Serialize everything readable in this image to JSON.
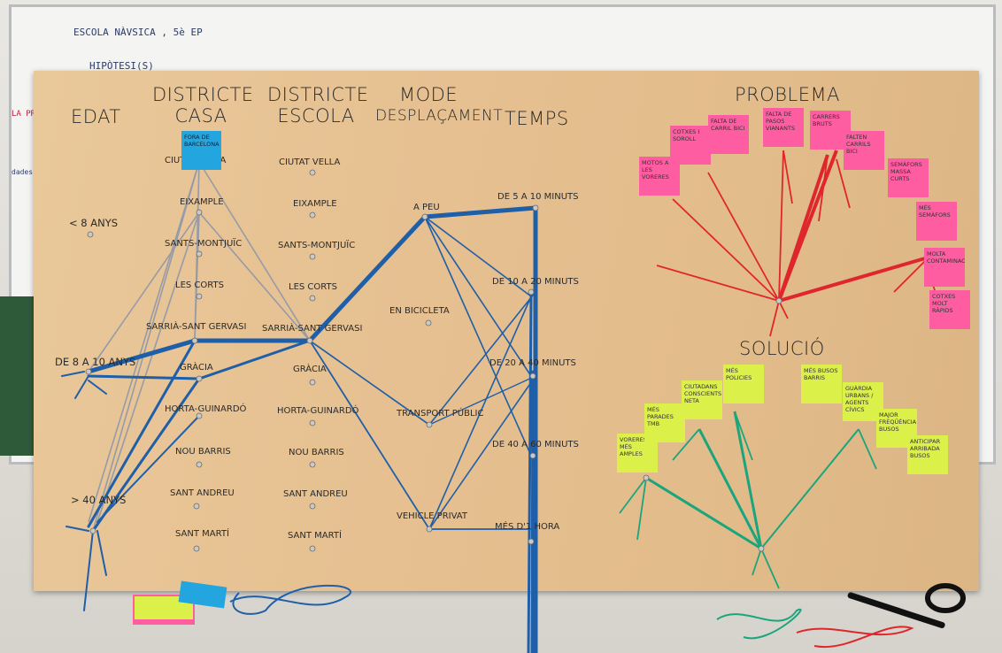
{
  "whiteboard": {
    "line1": "ESCOLA NÀVSICA , 5è EP",
    "line2": "HIPÒTESI(S)",
    "side_red": "LA PREGUNTA",
    "side_note": "dades obtin..."
  },
  "headers": {
    "edat": "EDAT",
    "districte_casa": [
      "DISTRICTE",
      "CASA"
    ],
    "districte_escola": [
      "DISTRICTE",
      "ESCOLA"
    ],
    "mode": [
      "MODE",
      "DESPLAÇAMENT"
    ],
    "temps": "TEMPS",
    "problema": "PROBLEMA",
    "solucio": "SOLUCIÓ"
  },
  "edat_items": [
    "< 8 ANYS",
    "DE 8 A 10 ANYS",
    "> 40 ANYS"
  ],
  "districtes_casa": [
    "CIUTAT VELLA",
    "EIXAMPLE",
    "SANTS-MONTJUÏC",
    "LES CORTS",
    "SARRIÀ-SANT GERVASI",
    "GRÀCIA",
    "HORTA-GUINARDÓ",
    "NOU BARRIS",
    "SANT ANDREU",
    "SANT MARTÍ"
  ],
  "districtes_escola": [
    "CIUTAT VELLA",
    "EIXAMPLE",
    "SANTS-MONTJUÏC",
    "LES CORTS",
    "SARRIÀ-SANT GERVASI",
    "GRÀCIA",
    "HORTA-GUINARDÓ",
    "NOU BARRIS",
    "SANT ANDREU",
    "SANT MARTÍ"
  ],
  "modes": [
    "A PEU",
    "EN BICICLETA",
    "TRANSPORT PÚBLIC",
    "VEHICLE PRIVAT"
  ],
  "temps": [
    "DE 5 A 10 MINUTS",
    "DE 10 A 20 MINUTS",
    "DE 20 A 40 MINUTS",
    "DE 40 A 60 MINUTS",
    "MÉS D'1 HORA"
  ],
  "casa_note": "FORA DE BARCELONA",
  "problem_notes": [
    "MOTOS A LES VORERES",
    "COTXES I SOROLL",
    "FALTA DE CARRIL BICI",
    "FALTA DE PASOS VIANANTS",
    "CARRERS BRUTS",
    "FALTEN CARRILS BICI",
    "SEMÀFORS MASSA CURTS",
    "MÉS SEMÀFORS",
    "MOLTA CONTAMINACIÓ",
    "COTXES MOLT RÀPIDS"
  ],
  "solution_notes": [
    "VORERES MÉS AMPLES",
    "MÉS PARADES TMB",
    "CIUTADANS CONSCIENTS NETA",
    "MÉS POLICIES",
    "MÉS BUSOS BARRIS",
    "GUÀRDIA URBANS / AGENTS CÍVICS",
    "MAJOR FREQÜÈNCIA BUSOS",
    "ANTICIPAR ARRIBADA BUSOS"
  ],
  "colors": {
    "blue_thread": "#1f5fa8",
    "grey_thread": "#8e97a8",
    "red_thread": "#e0262d",
    "green_thread": "#1aa57d",
    "board": "#e6c091"
  }
}
